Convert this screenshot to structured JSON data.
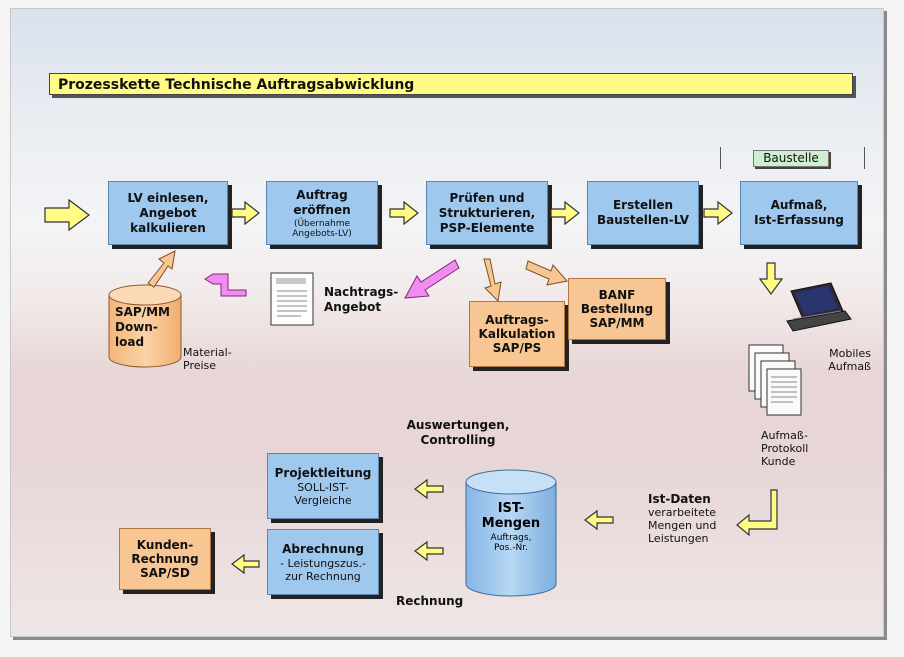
{
  "title": "Prozesskette Technische Auftragsabwicklung",
  "location_tag": "Baustelle",
  "process_steps": [
    {
      "title": "LV einlesen,\nAngebot\nkalkulieren",
      "subtitle": ""
    },
    {
      "title": "Auftrag\neröffnen",
      "subtitle": "(Übernahme\nAngebots-LV)"
    },
    {
      "title": "Prüfen und\nStrukturieren,\nPSP-Elemente",
      "subtitle": ""
    },
    {
      "title": "Erstellen\nBaustellen-LV",
      "subtitle": ""
    },
    {
      "title": "Aufmaß,\nIst-Erfassung",
      "subtitle": ""
    }
  ],
  "sap_mm_download": "SAP/MM\nDown-\nload",
  "material_preise": "Material-\nPreise",
  "nachtrags_angebot": "Nachtrags-\nAngebot",
  "auftrags_kalkulation": "Auftrags-\nKalkulation\nSAP/PS",
  "banf": "BANF\nBestellung\nSAP/MM",
  "mobiles_aufmass": "Mobiles\nAufmaß",
  "aufmass_protokoll": "Aufmaß-\nProtokoll\nKunde",
  "ist_daten": {
    "title": "Ist-Daten",
    "text": "verarbeitete\nMengen und\nLeistungen"
  },
  "ist_mengen": {
    "title": "IST-\nMengen",
    "subtitle": "Auftrags,\nPos.-Nr."
  },
  "auswertungen": "Auswertungen,\nControlling",
  "projektleitung": {
    "title": "Projektleitung",
    "text": "SOLL-IST-\nVergleiche"
  },
  "abrechnung": {
    "title": "Abrechnung",
    "text": "- Leistungszus.-\nzur Rechnung"
  },
  "rechnung": "Rechnung",
  "kunden_rechnung": "Kunden-\nRechnung\nSAP/SD",
  "colors": {
    "box_blue": "#9fc8ee",
    "orange": "#f8c693",
    "yellow_arrow": "#fffb84",
    "magenta_arrow": "#f28cf0",
    "title_bar": "#fffb84",
    "baustelle_tag": "#cfeecf"
  }
}
